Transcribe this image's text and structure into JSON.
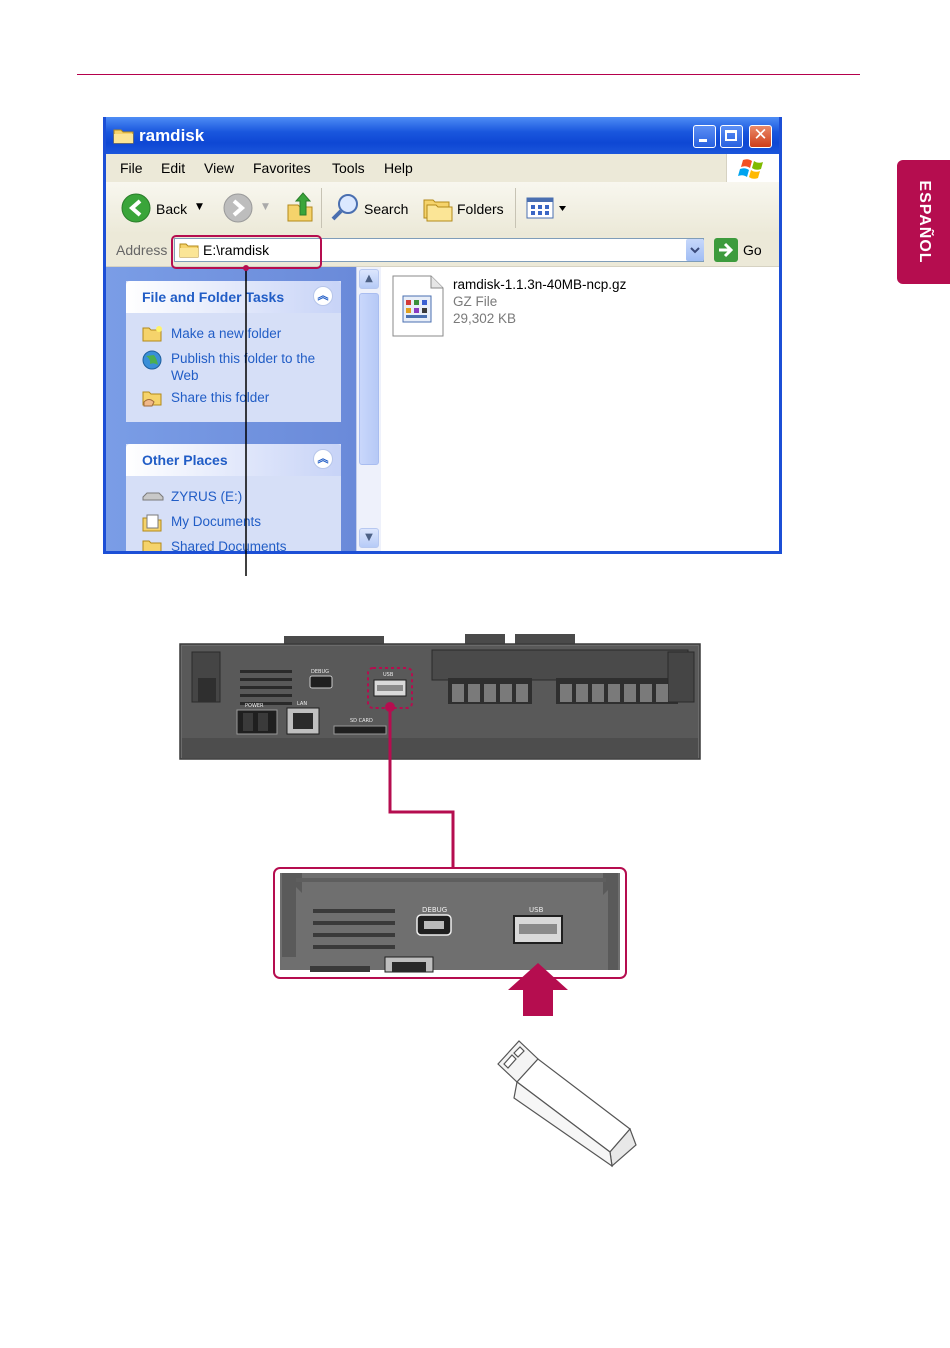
{
  "side_tab": {
    "label": "ESPAÑOL"
  },
  "window": {
    "title": "ramdisk",
    "menu": [
      "File",
      "Edit",
      "View",
      "Favorites",
      "Tools",
      "Help"
    ],
    "toolbar": {
      "back": "Back",
      "search": "Search",
      "folders": "Folders"
    },
    "address": {
      "label": "Address",
      "value": "E:\\ramdisk",
      "go": "Go"
    },
    "tasks": {
      "title": "File and Folder Tasks",
      "items": [
        "Make a new folder",
        "Publish this folder to the Web",
        "Share this folder"
      ]
    },
    "places": {
      "title": "Other Places",
      "items": [
        "ZYRUS (E:)",
        "My Documents",
        "Shared Documents"
      ]
    },
    "file": {
      "name": "ramdisk-1.1.3n-40MB-ncp.gz",
      "type": "GZ File",
      "size": "29,302 KB"
    }
  },
  "device": {
    "panel_labels": {
      "debug": "DEBUG",
      "usb": "USB",
      "lan": "LAN",
      "power": "POWER",
      "sd_card": "SD CARD"
    },
    "zoom_labels": {
      "debug": "DEBUG",
      "usb": "USB"
    }
  },
  "colors": {
    "accent": "#b50d4f",
    "xp_blue": "#0a3fc4",
    "xp_task_text": "#215dc6"
  }
}
